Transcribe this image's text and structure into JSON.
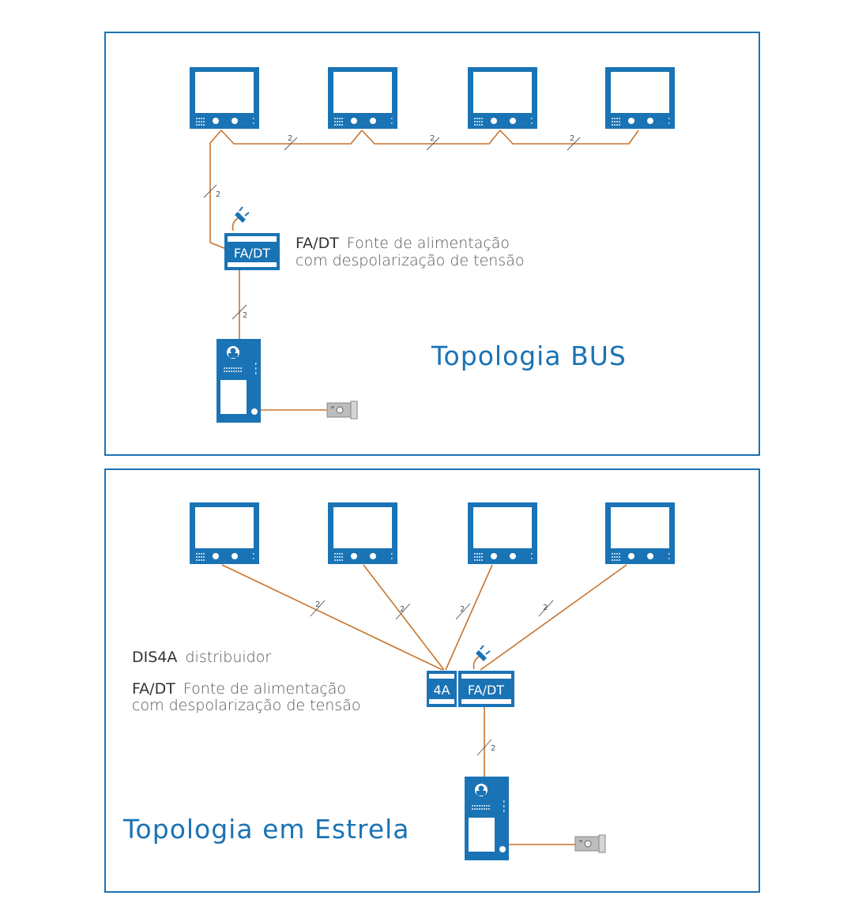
{
  "colors": {
    "accent": "#1a73b5",
    "wire": "#c8742e",
    "text": "#555555"
  },
  "bus_panel": {
    "title": "Topologia BUS",
    "psu": {
      "box_label": "FA/DT",
      "desc_code": "FA/DT",
      "desc_line1": "Fonte de alimentação",
      "desc_line2": "com despolarização de tensão"
    },
    "wire_counts": [
      "2",
      "2",
      "2",
      "2",
      "2"
    ],
    "monitors": 4,
    "icons": [
      "monitor-icon",
      "power-plug-icon",
      "door-panel-icon",
      "door-lock-icon"
    ]
  },
  "star_panel": {
    "title": "Topologia em Estrela",
    "distributor": {
      "box_label": "4A",
      "desc_code": "DIS4A",
      "desc_text": "distribuidor"
    },
    "psu": {
      "box_label": "FA/DT",
      "desc_code": "FA/DT",
      "desc_line1": "Fonte de alimentação",
      "desc_line2": "com despolarização de tensão"
    },
    "wire_counts": [
      "2",
      "2",
      "2",
      "2",
      "2"
    ],
    "monitors": 4,
    "icons": [
      "monitor-icon",
      "power-plug-icon",
      "door-panel-icon",
      "door-lock-icon"
    ]
  }
}
